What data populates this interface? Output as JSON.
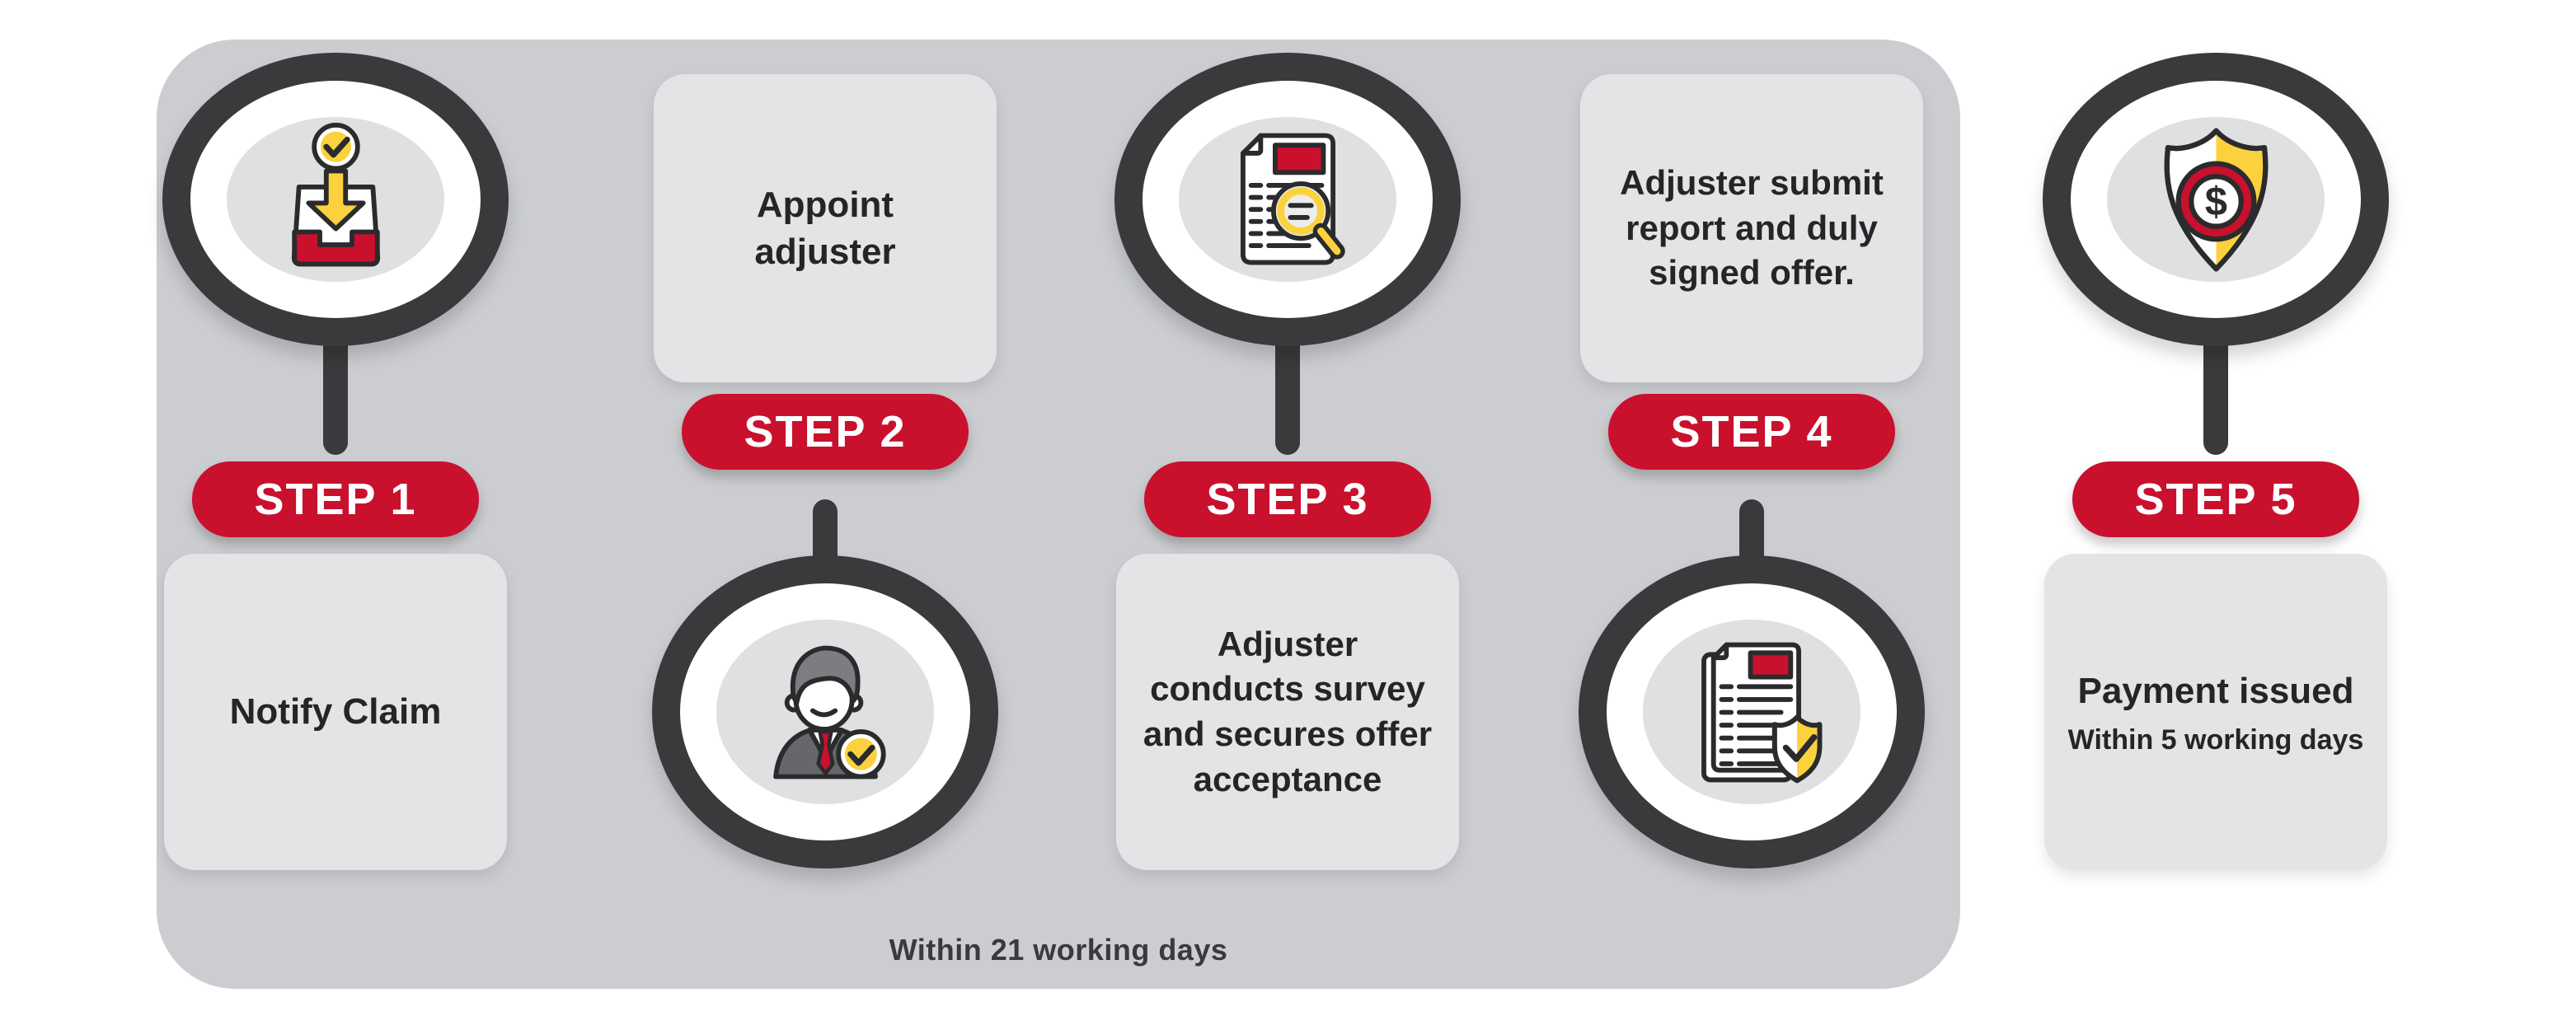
{
  "diagram": {
    "timeline_note": "Within 21 working days",
    "colors": {
      "red": "#c9102d",
      "yellow": "#fbd23d",
      "dark": "#3a3a3c",
      "stroke": "#2b2b2d",
      "container_gray": "#cbcdd0",
      "box_gray": "#e3e4e6",
      "disc_gray": "#dfe0e2",
      "text": "#252527",
      "white": "#ffffff"
    },
    "steps": [
      {
        "badge": "STEP 1",
        "label": "Notify Claim",
        "icon": "inbox-received-icon"
      },
      {
        "badge": "STEP 2",
        "label": "Appoint adjuster",
        "icon": "adjuster-person-icon"
      },
      {
        "badge": "STEP 3",
        "label": "Adjuster conducts survey and secures offer acceptance",
        "icon": "survey-document-magnifier-icon"
      },
      {
        "badge": "STEP 4",
        "label": "Adjuster submit report and duly signed offer.",
        "icon": "report-shield-check-icon"
      },
      {
        "badge": "STEP 5",
        "label": "Payment issued",
        "sublabel": "Within 5 working days",
        "icon": "payment-protection-shield-icon"
      }
    ]
  }
}
